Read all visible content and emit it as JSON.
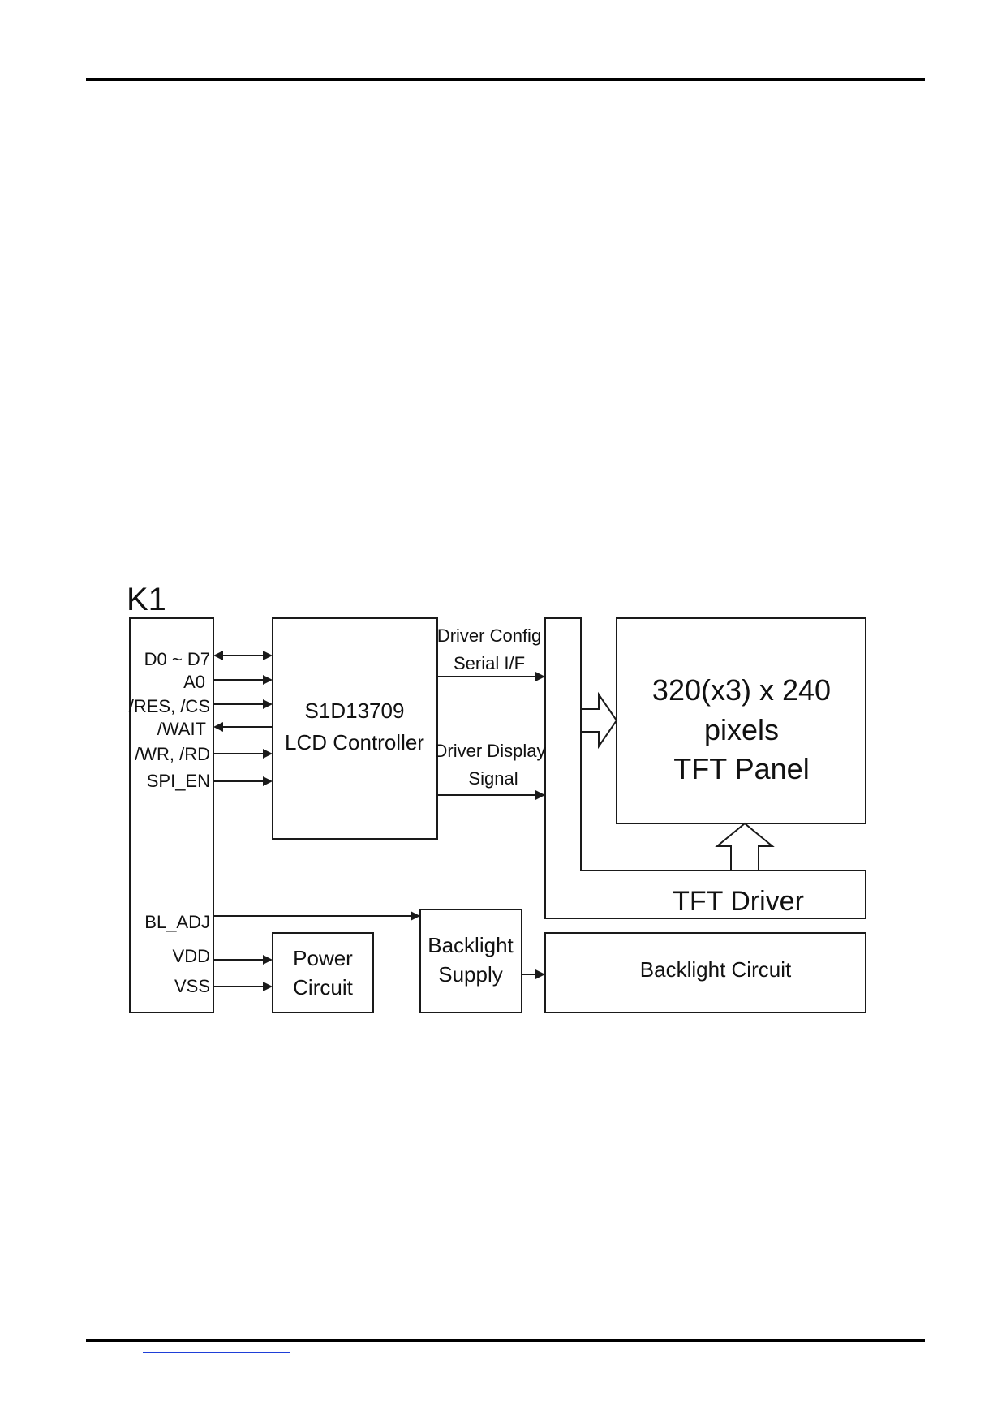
{
  "diagram": {
    "connector_label": "K1",
    "controller": {
      "line1": "S1D13709",
      "line2": "LCD Controller"
    },
    "panel": {
      "line1": "320(x3) x 240",
      "line2": "pixels",
      "line3": "TFT Panel"
    },
    "tft_driver": "TFT Driver",
    "power_circuit": {
      "line1": "Power",
      "line2": "Circuit"
    },
    "backlight_supply": {
      "line1": "Backlight",
      "line2": "Supply"
    },
    "backlight_circuit": "Backlight Circuit",
    "signals": {
      "d0_d7": "D0 ~ D7",
      "a0": "A0",
      "res_cs": "/RES, /CS",
      "wait": "/WAIT",
      "wr_rd": "/WR, /RD",
      "spi_en": "SPI_EN",
      "bl_adj": "BL_ADJ",
      "vdd": "VDD",
      "vss": "VSS"
    },
    "driver_config": {
      "line1": "Driver Config",
      "line2": "Serial I/F"
    },
    "driver_display": {
      "line1": "Driver Display",
      "line2": "Signal"
    }
  },
  "colors": {
    "line": "#1a1a1a",
    "link_underline": "#1f3fd8"
  }
}
